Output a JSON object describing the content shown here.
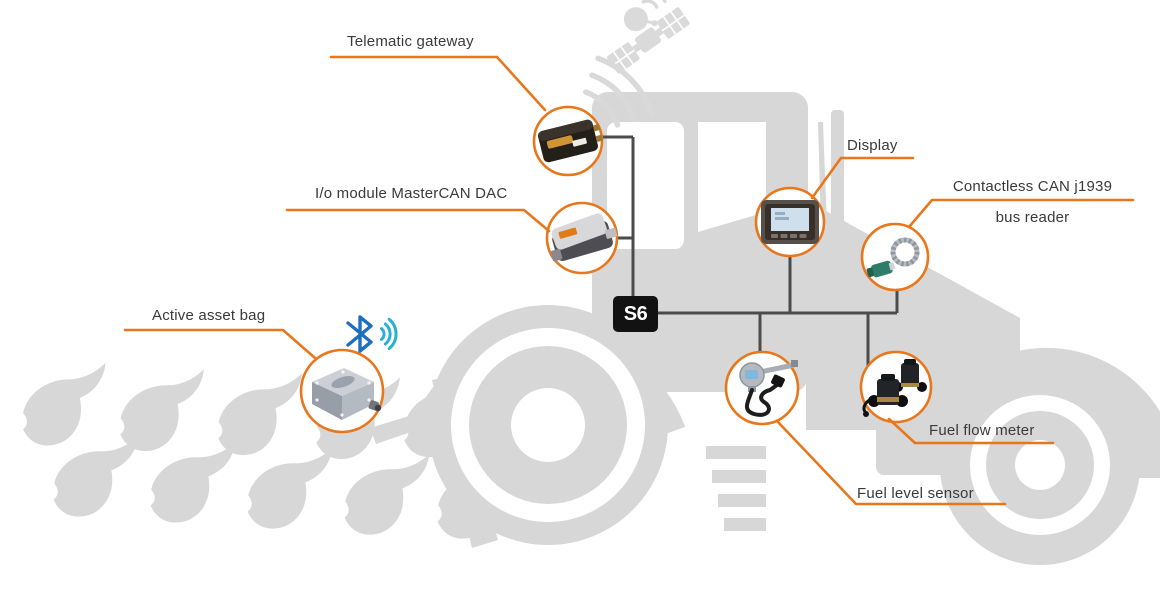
{
  "diagram": {
    "type": "system-connection-diagram",
    "subject": "Tractor telematics and fuel monitoring system",
    "hub": {
      "label": "S6"
    },
    "nodes": [
      {
        "id": "telematic_gateway",
        "label": "Telematic gateway",
        "connection": "wired-to-hub"
      },
      {
        "id": "io_module",
        "label": "I/o module MasterCAN DAC",
        "connection": "wired-to-hub"
      },
      {
        "id": "active_asset_bag",
        "label": "Active asset bag",
        "connection": "bluetooth-wireless"
      },
      {
        "id": "display",
        "label": "Display",
        "connection": "wired-to-hub"
      },
      {
        "id": "can_reader",
        "label": "Contactless CAN j1939 bus reader",
        "connection": "wired-to-hub"
      },
      {
        "id": "fuel_level_sensor",
        "label": "Fuel level sensor",
        "connection": "wired-to-hub"
      },
      {
        "id": "fuel_flow_meter",
        "label": "Fuel flow meter",
        "connection": "wired-to-hub"
      }
    ]
  },
  "labels": {
    "telematic_gateway": "Telematic gateway",
    "io_module": "I/o module MasterCAN DAC",
    "active_asset_bag": "Active asset bag",
    "display": "Display",
    "can_reader_line1": "Contactless CAN j1939",
    "can_reader_line2": "bus reader",
    "fuel_flow_meter": "Fuel flow meter",
    "fuel_level_sensor": "Fuel level sensor",
    "hub": "S6"
  },
  "icons": {
    "satellite": "satellite-icon",
    "gsm_waves": "radio-waves-icon",
    "bluetooth": "bluetooth-icon",
    "bluetooth_waves": "radio-waves-icon"
  },
  "colors": {
    "accent_orange": "#E8771C",
    "wire_gray": "#4B4B4B",
    "silhouette_gray": "#D7D7D7",
    "text_dark": "#3A3A3A",
    "hub_background": "#121212",
    "hub_text": "#FFFFFF",
    "bluetooth_blue": "#1E6FC0",
    "bluetooth_wave_cyan": "#29AFD4",
    "background": "#FFFFFF"
  }
}
